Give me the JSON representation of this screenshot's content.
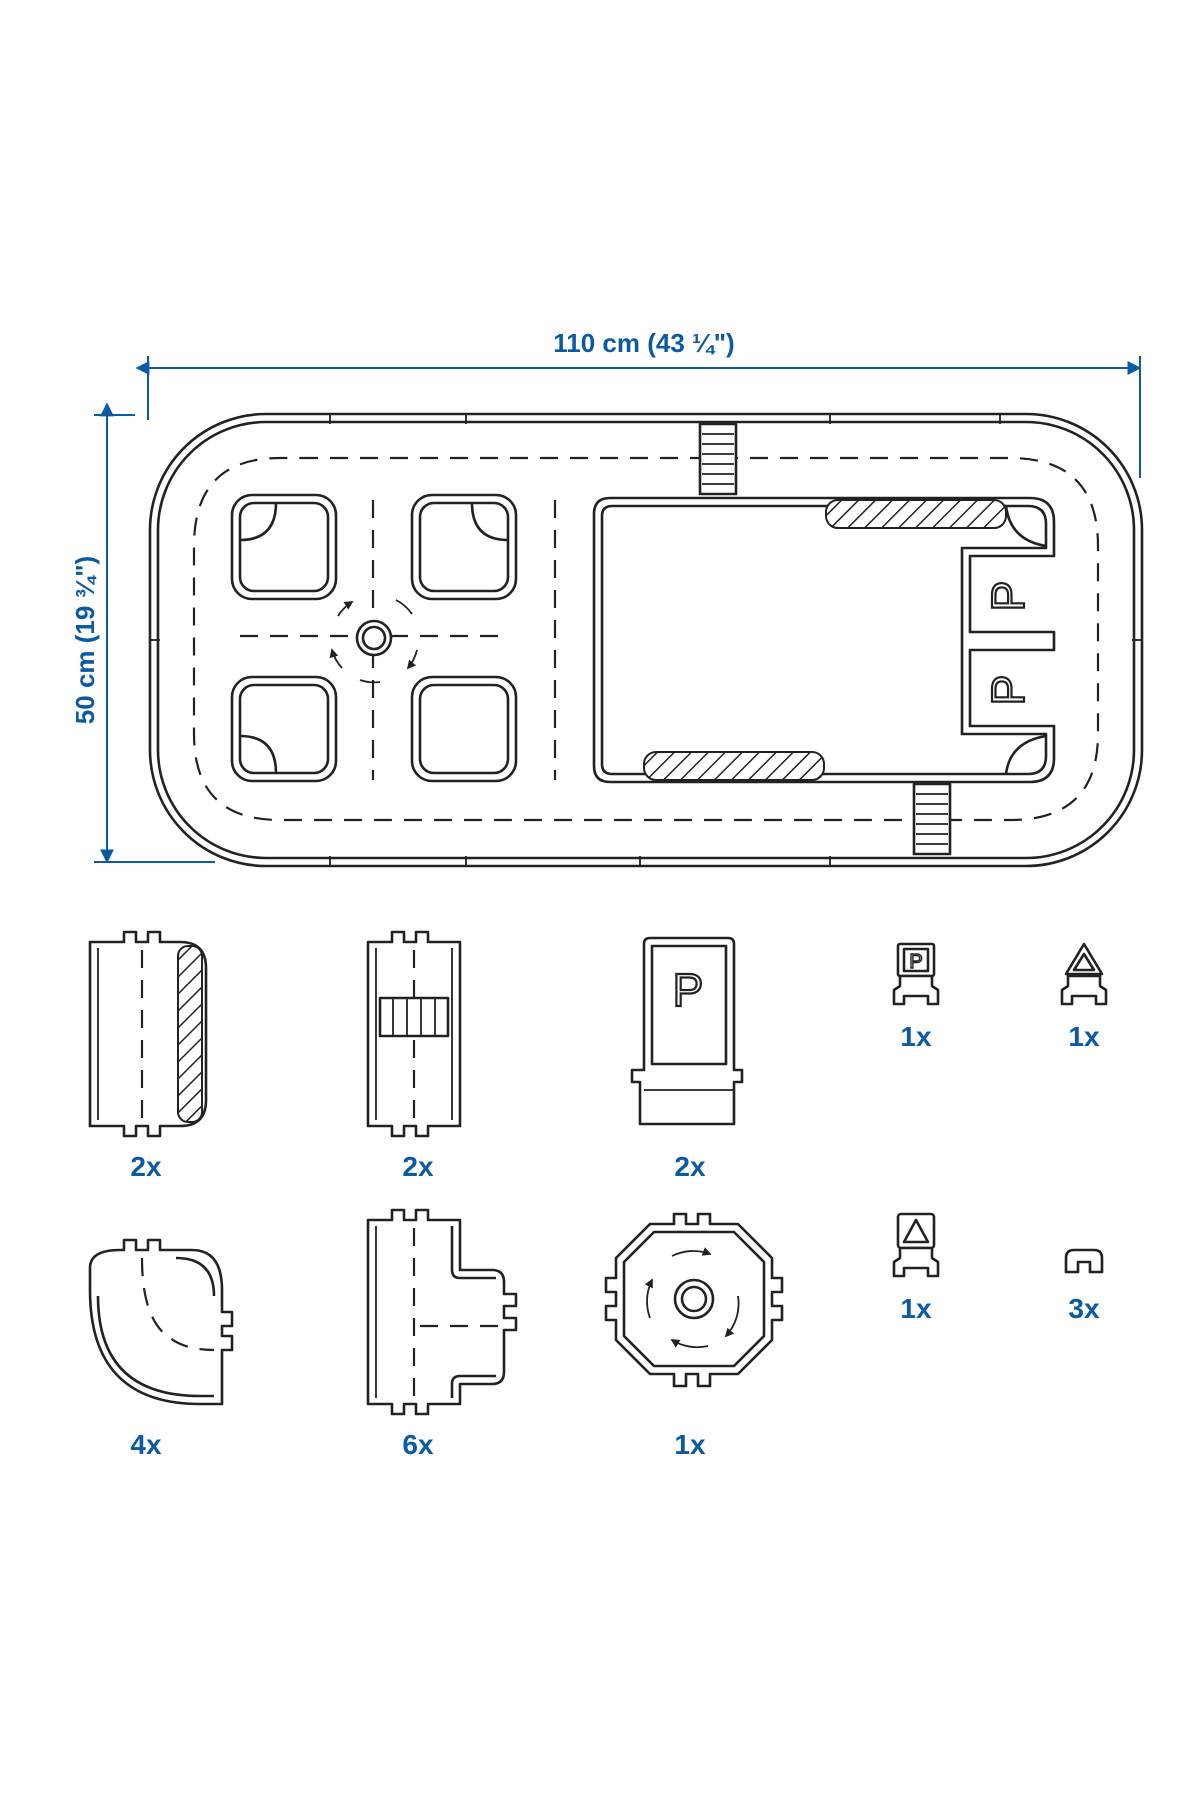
{
  "dimensions": {
    "width_label": "110 cm (43 ¼\")",
    "height_label": "50 cm (19 ¾\")"
  },
  "parking_letter": "P",
  "pieces": [
    {
      "id": "straight-with-hatched-edge",
      "quantity": "2x"
    },
    {
      "id": "crosswalk-straight",
      "quantity": "2x"
    },
    {
      "id": "parking-space",
      "quantity": "2x"
    },
    {
      "id": "parking-sign",
      "quantity": "1x"
    },
    {
      "id": "triangle-sign",
      "quantity": "1x"
    },
    {
      "id": "curve",
      "quantity": "4x"
    },
    {
      "id": "t-junction",
      "quantity": "6x"
    },
    {
      "id": "roundabout",
      "quantity": "1x"
    },
    {
      "id": "warning-sign",
      "quantity": "1x"
    },
    {
      "id": "connector",
      "quantity": "3x"
    }
  ],
  "colors": {
    "dimension_blue": "#0b5aa3",
    "line_dark": "#222222"
  }
}
